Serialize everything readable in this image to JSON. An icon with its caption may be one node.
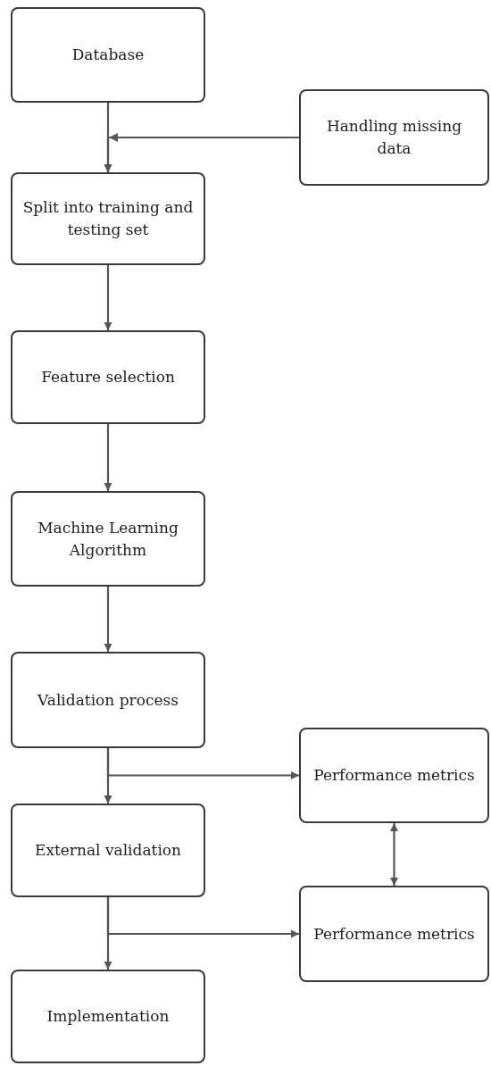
{
  "diagram": {
    "nodes": [
      {
        "text": [
          "Database"
        ]
      },
      {
        "text": [
          "Handling missing data"
        ]
      },
      {
        "text": [
          "Split into training and testing set"
        ]
      },
      {
        "text": [
          "Feature selection"
        ]
      },
      {
        "text": [
          "Machine Learning Algorithm"
        ]
      },
      {
        "text": [
          "Validation process"
        ]
      },
      {
        "text": [
          "Performance metrics"
        ]
      },
      {
        "text": [
          "External validation"
        ]
      },
      {
        "text": [
          "Performance metrics"
        ]
      },
      {
        "text": [
          "Implementation"
        ]
      }
    ],
    "edges": [
      {
        "from": 0,
        "to": 2,
        "arrow": "to"
      },
      {
        "from": 1,
        "to": 2,
        "arrow": "to"
      },
      {
        "from": 2,
        "to": 3,
        "arrow": "to"
      },
      {
        "from": 3,
        "to": 4,
        "arrow": "to"
      },
      {
        "from": 4,
        "to": 5,
        "arrow": "to"
      },
      {
        "from": 5,
        "to": 7,
        "arrow": "to"
      },
      {
        "from": 5,
        "to": 6,
        "arrow": "to"
      },
      {
        "from": 6,
        "to": 8,
        "arrow": "both"
      },
      {
        "from": 7,
        "to": 9,
        "arrow": "to"
      },
      {
        "from": 7,
        "to": 8,
        "arrow": "to"
      }
    ]
  }
}
